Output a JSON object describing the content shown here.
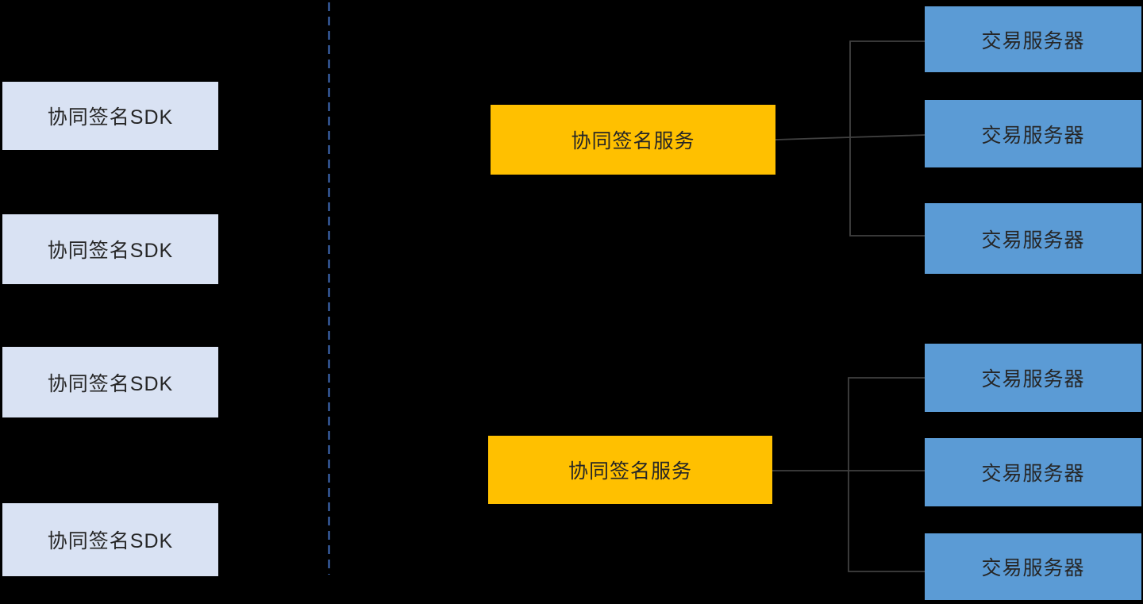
{
  "diagram": {
    "left_column": {
      "nodes": [
        {
          "label": "协同签名SDK"
        },
        {
          "label": "协同签名SDK"
        },
        {
          "label": "协同签名SDK"
        },
        {
          "label": "协同签名SDK"
        }
      ]
    },
    "middle_column": {
      "nodes": [
        {
          "label": "协同签名服务"
        },
        {
          "label": "协同签名服务"
        }
      ]
    },
    "right_column": {
      "nodes": [
        {
          "label": "交易服务器"
        },
        {
          "label": "交易服务器"
        },
        {
          "label": "交易服务器"
        },
        {
          "label": "交易服务器"
        },
        {
          "label": "交易服务器"
        },
        {
          "label": "交易服务器"
        }
      ]
    },
    "connections": [
      {
        "from": "service-node-1",
        "to": [
          "server-node-1",
          "server-node-2",
          "server-node-3"
        ]
      },
      {
        "from": "service-node-2",
        "to": [
          "server-node-4",
          "server-node-5",
          "server-node-6"
        ]
      }
    ],
    "colors": {
      "background": "#000000",
      "sdk_fill": "#D9E2F3",
      "service_fill": "#FFC000",
      "server_fill": "#5B9BD5",
      "divider_line": "#4472C4",
      "connector_line": "#404040",
      "text": "#262626"
    }
  }
}
